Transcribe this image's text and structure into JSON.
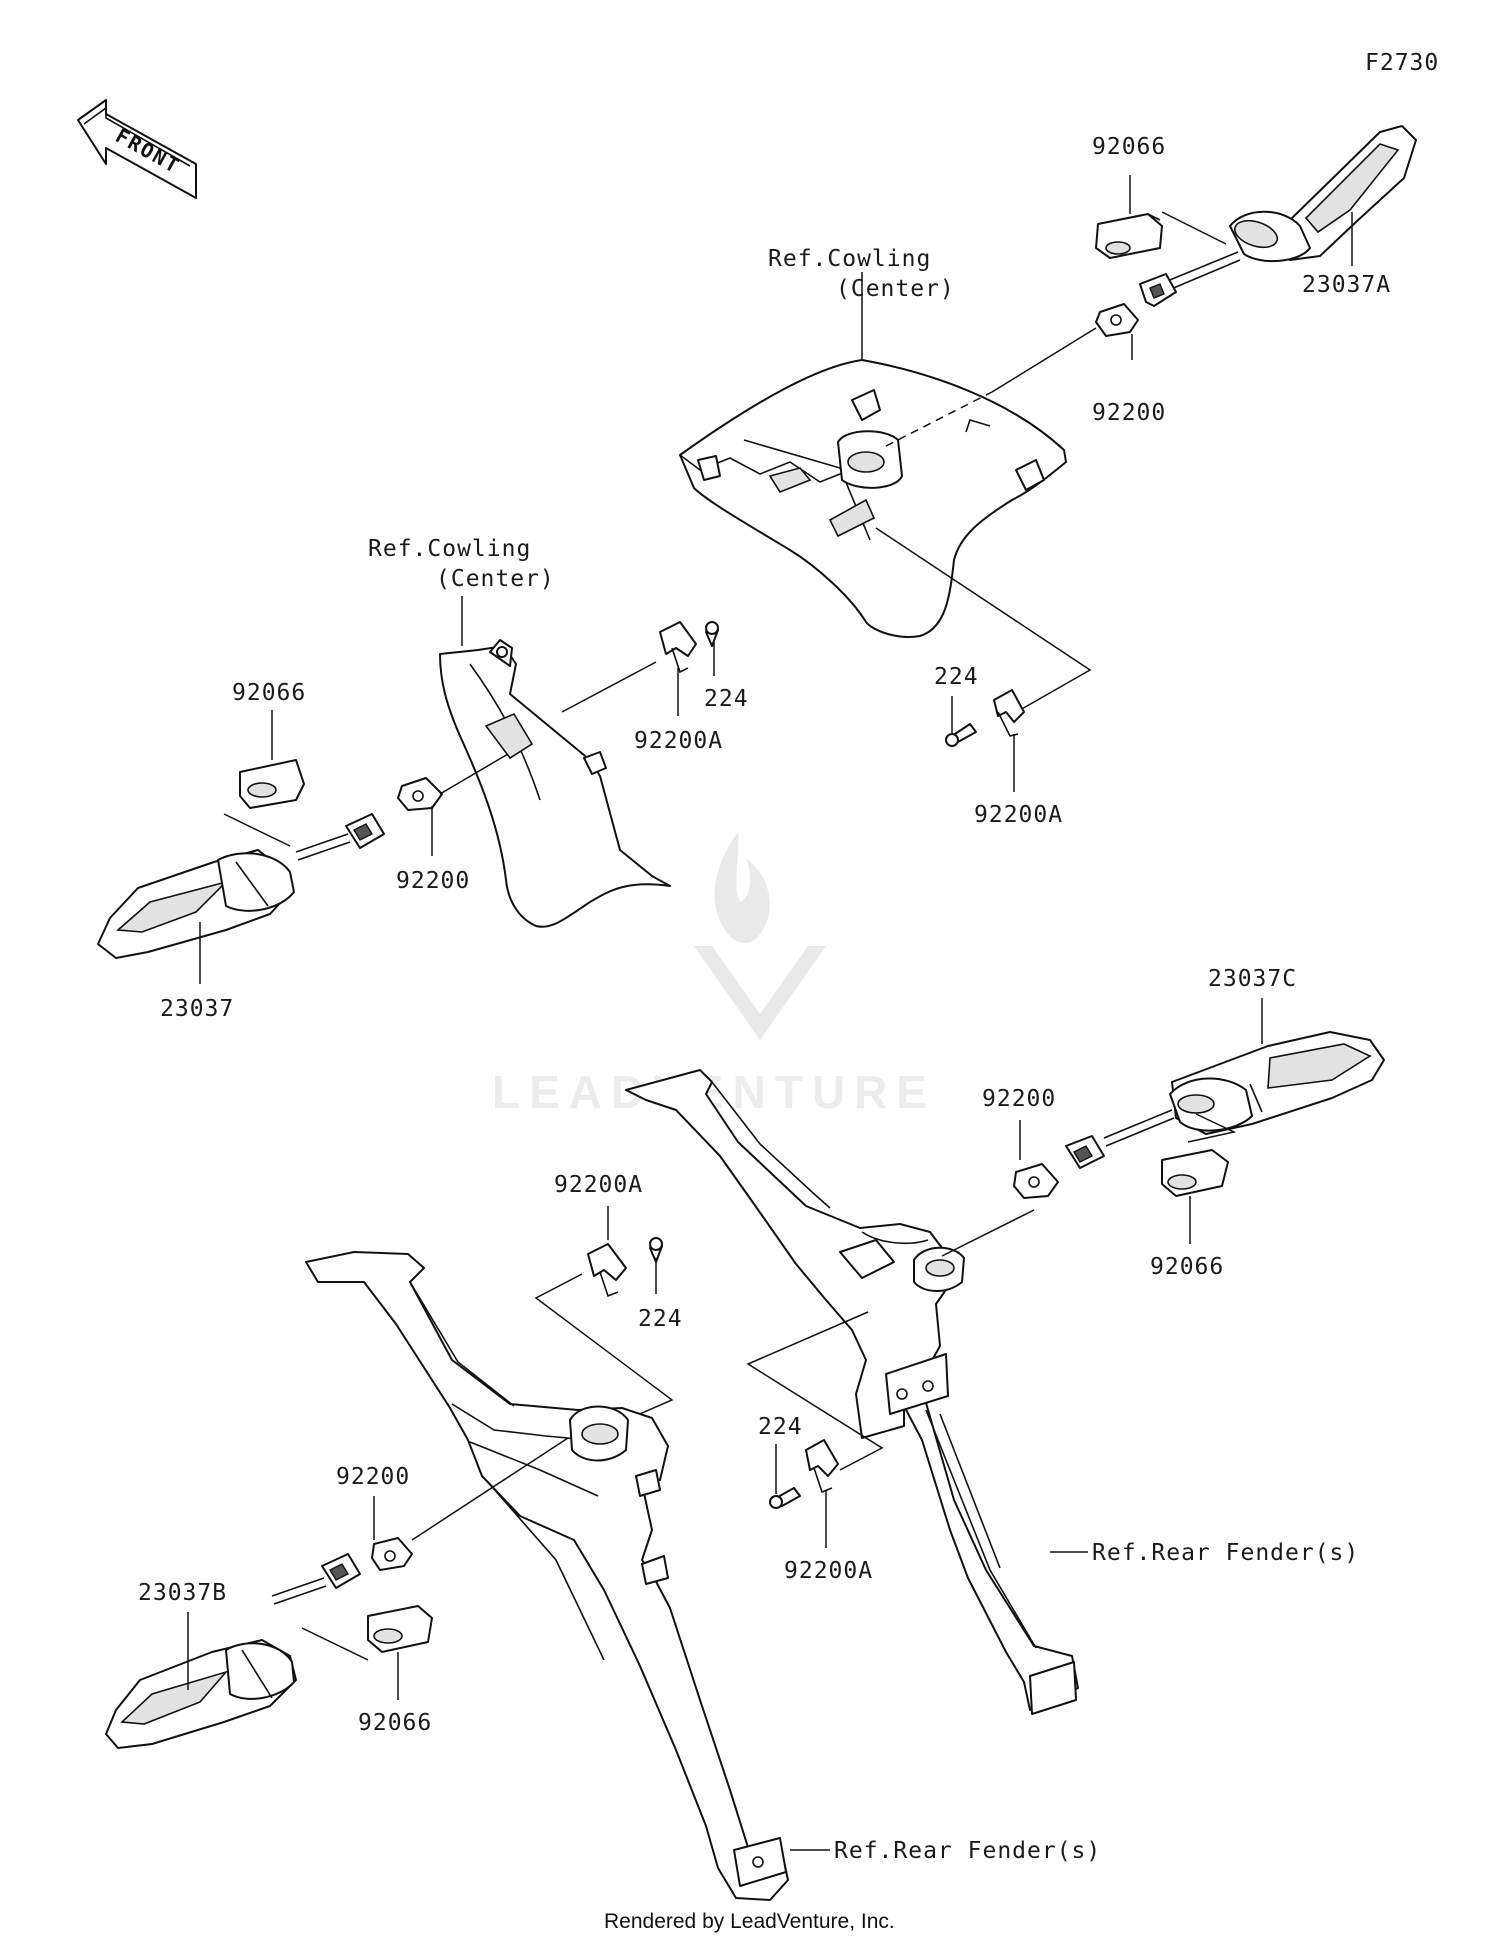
{
  "diagram_id": "F2730",
  "front_label": "FRONT",
  "watermark": "LEADVENTURE",
  "footer": "Rendered by LeadVenture, Inc.",
  "labels": {
    "top_right_92066": "92066",
    "top_23037A": "23037A",
    "top_ref_cowling_line1": "Ref.Cowling",
    "top_ref_cowling_line2": "(Center)",
    "top_92200": "92200",
    "top_224": "224",
    "top_92200A": "92200A",
    "left_ref_cowling_line1": "Ref.Cowling",
    "left_ref_cowling_line2": "(Center)",
    "left_92066": "92066",
    "left_224": "224",
    "left_92200A": "92200A",
    "left_92200": "92200",
    "left_23037": "23037",
    "right_23037C": "23037C",
    "right_92200": "92200",
    "right_92066": "92066",
    "mid_92200A": "92200A",
    "mid_224": "224",
    "lower_224": "224",
    "lower_92200A": "92200A",
    "ref_rear_fender_right": "Ref.Rear Fender(s)",
    "bottom_92200": "92200",
    "bottom_23037B": "23037B",
    "bottom_92066": "92066",
    "ref_rear_fender_bottom": "Ref.Rear Fender(s)"
  }
}
